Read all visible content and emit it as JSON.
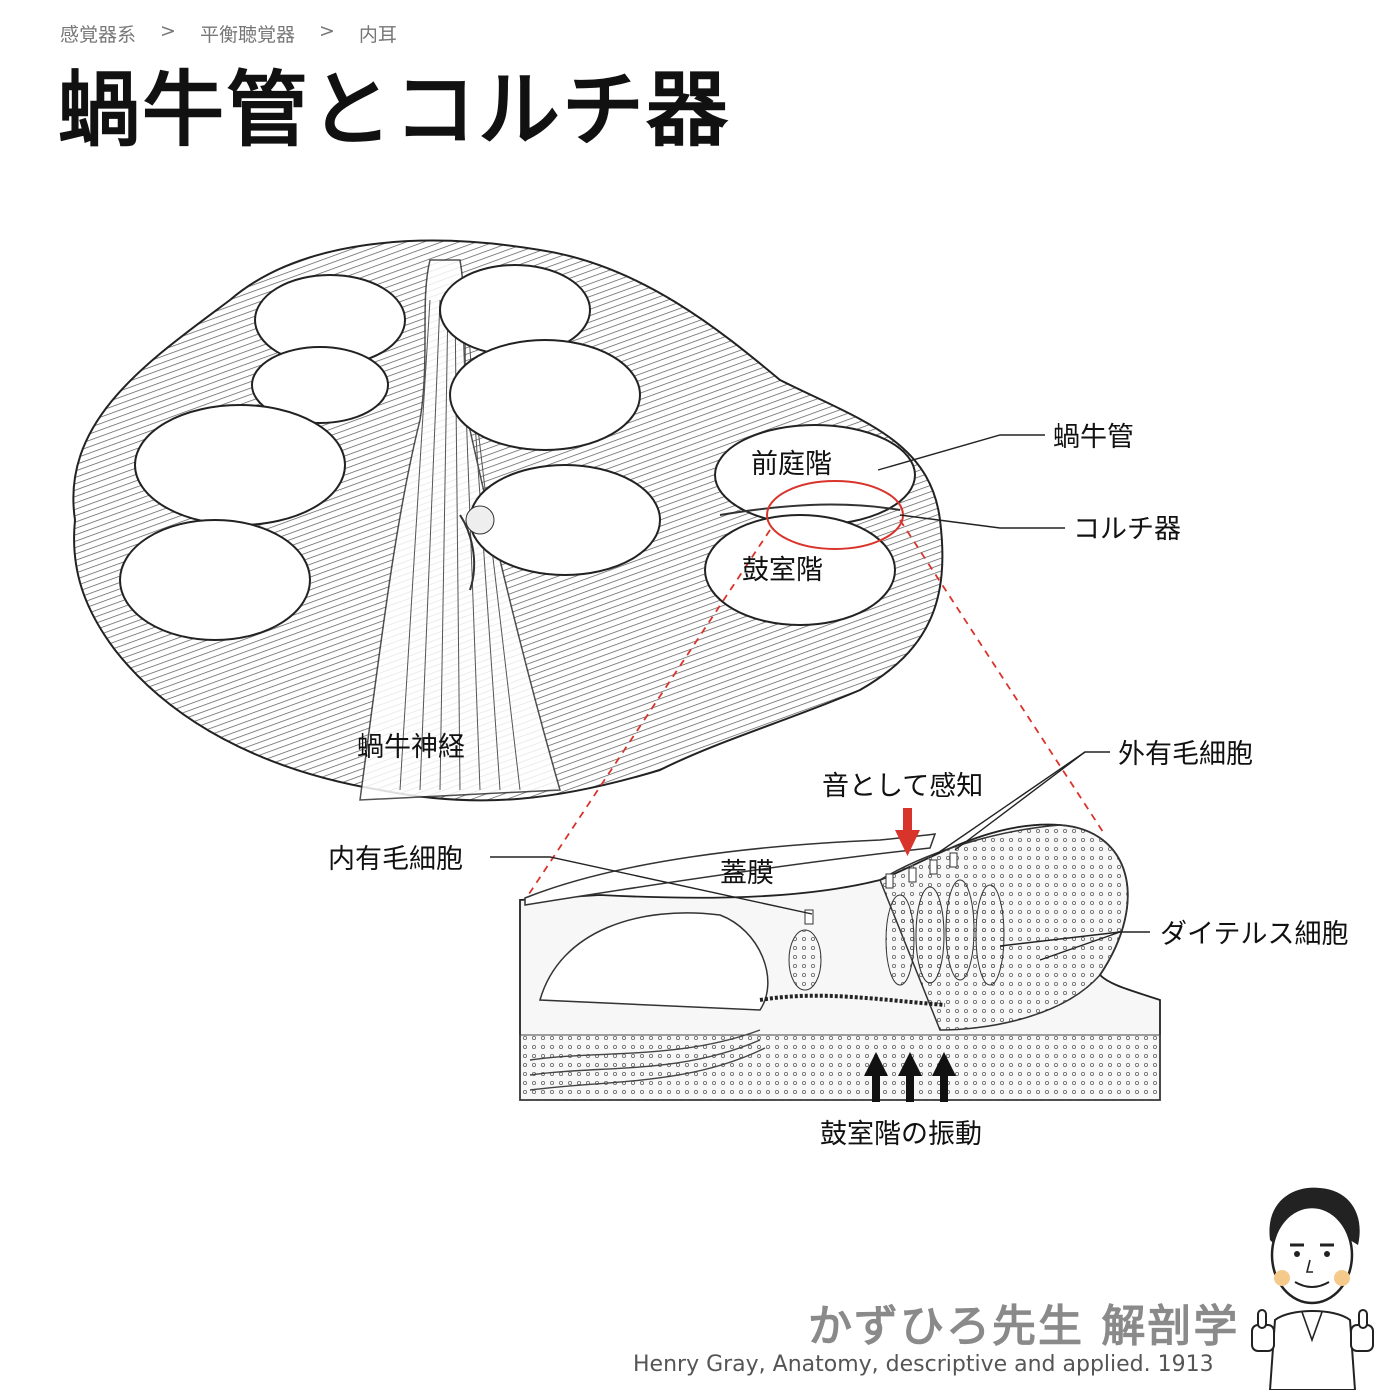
{
  "breadcrumb": [
    "感覚器系",
    "平衡聴覚器",
    "内耳"
  ],
  "breadcrumb_separator": ">",
  "title": "蝸牛管とコルチ器",
  "labels": {
    "cochlear_duct": "蝸牛管",
    "scala_vestibuli": "前庭階",
    "organ_of_corti": "コルチ器",
    "scala_tympani": "鼓室階",
    "cochlear_nerve": "蝸牛神経",
    "outer_hair_cells": "外有毛細胞",
    "perceived_as_sound": "音として感知",
    "inner_hair_cells": "内有毛細胞",
    "tectorial_membrane": "蓋膜",
    "deiters_cells": "ダイテルス細胞",
    "scala_tympani_vibration": "鼓室階の振動"
  },
  "footer": {
    "brand": "かずひろ先生 解剖学",
    "credit": "Henry Gray, Anatomy, descriptive and applied. 1913"
  },
  "colors": {
    "accent_red": "#d9342b",
    "ink": "#222222"
  }
}
